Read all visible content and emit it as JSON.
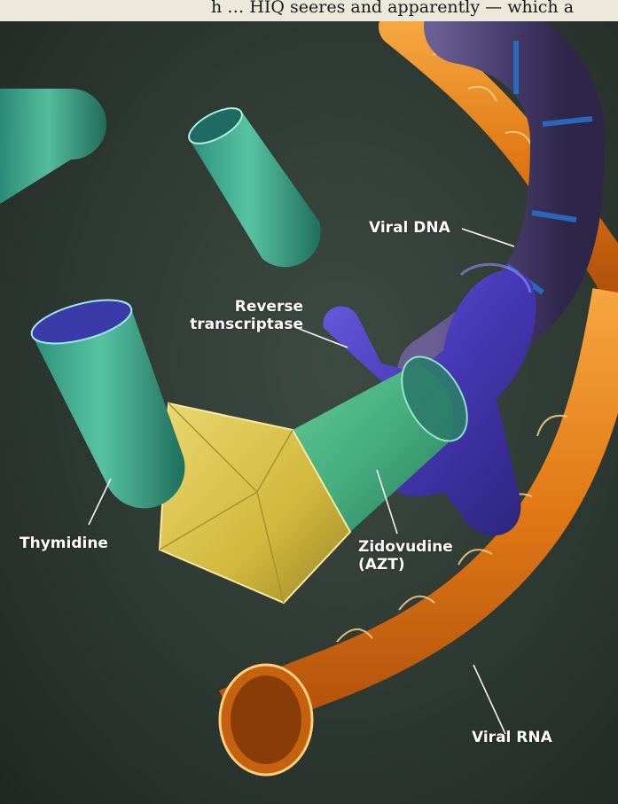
{
  "header_text": "h … HIQ seeres and apparently — which a",
  "labels": {
    "viral_dna": "Viral DNA",
    "reverse_transcriptase": [
      "Reverse",
      "transcriptase"
    ],
    "thymidine": "Thymidine",
    "zidovudine": [
      "Zidovudine",
      "(AZT)"
    ],
    "viral_rna": "Viral RNA"
  },
  "colors": {
    "background": "#2e3a34",
    "thymidine": "#3fae8a",
    "zidovudine_base": "#4fb586",
    "azt_block": "#d8c24a",
    "reverse_transcriptase": "#4a3fb8",
    "viral_dna": "#4b3f6e",
    "viral_rna": "#e07a18"
  }
}
